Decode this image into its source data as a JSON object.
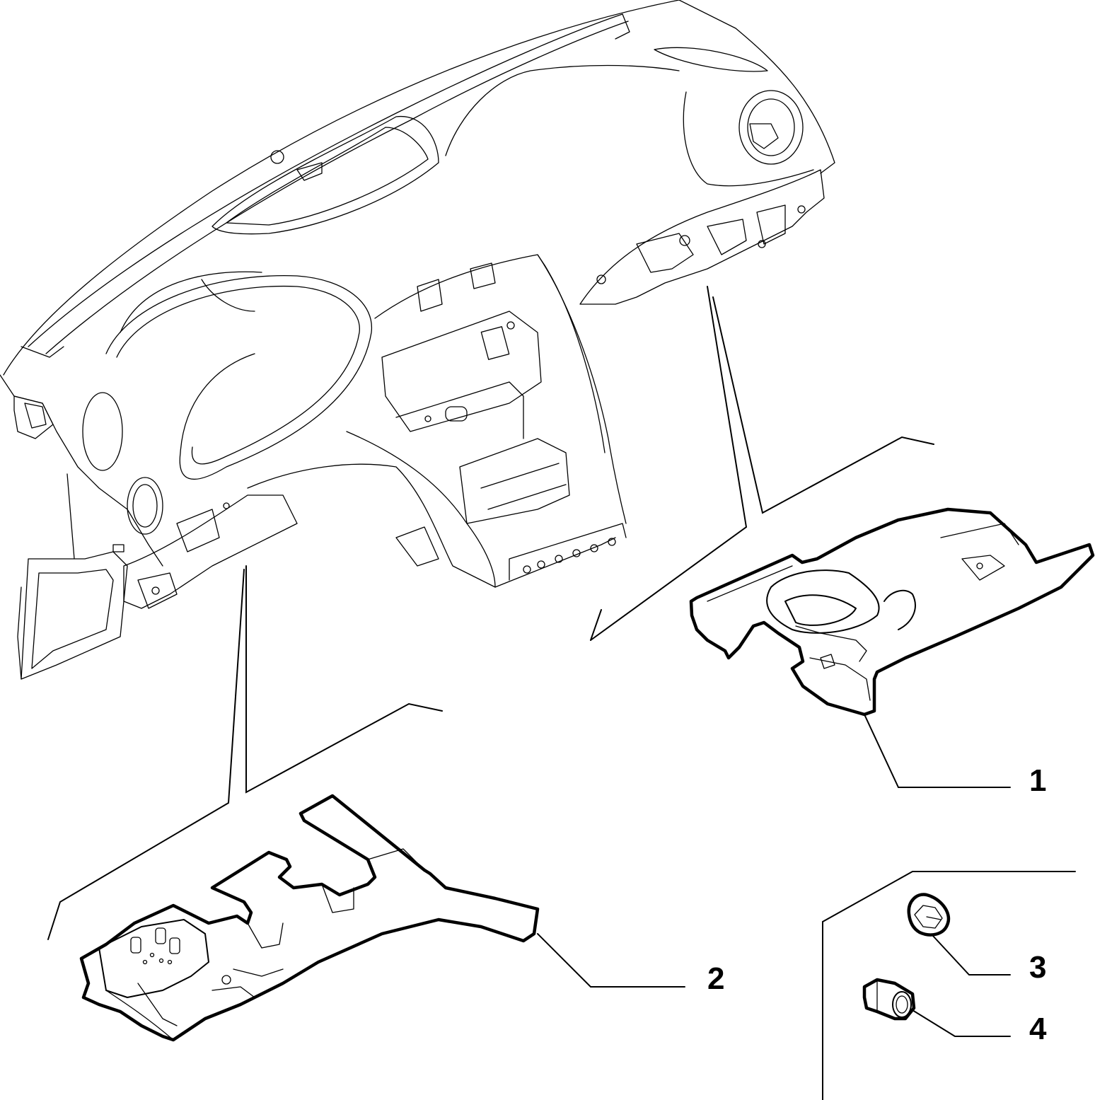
{
  "diagram": {
    "callouts": [
      {
        "id": "1",
        "part": "lower-dashboard-cover-right"
      },
      {
        "id": "2",
        "part": "lower-dashboard-cover-left"
      },
      {
        "id": "3",
        "part": "fastener-clip"
      },
      {
        "id": "4",
        "part": "hex-nut"
      }
    ]
  }
}
